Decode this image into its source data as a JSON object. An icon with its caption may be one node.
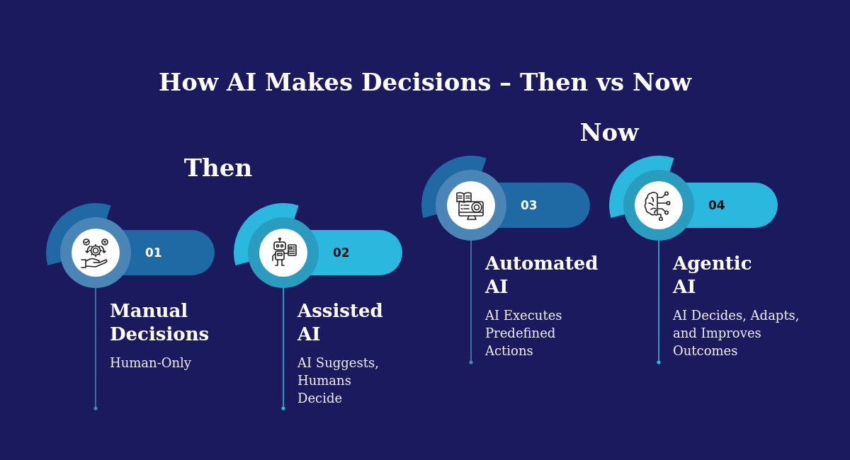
{
  "diagram": {
    "title": "How AI Makes Decisions – Then vs Now",
    "nodes": [
      {
        "text": [
          "01"
        ],
        "beside": [
          "Manual Decisions",
          "Human-Only"
        ]
      },
      {
        "text": [
          "02"
        ],
        "beside": [
          "Assisted AI",
          "AI Suggests, Humans Decide"
        ]
      },
      {
        "text": [
          "03"
        ],
        "beside": [
          "Automated AI",
          "AI Executes Predefined Actions"
        ]
      },
      {
        "text": [
          "04"
        ],
        "beside": [
          "Agentic AI",
          "AI Decides, Adapts, and Improves Outcomes"
        ]
      }
    ],
    "labels": [
      "Then",
      "Now"
    ]
  }
}
